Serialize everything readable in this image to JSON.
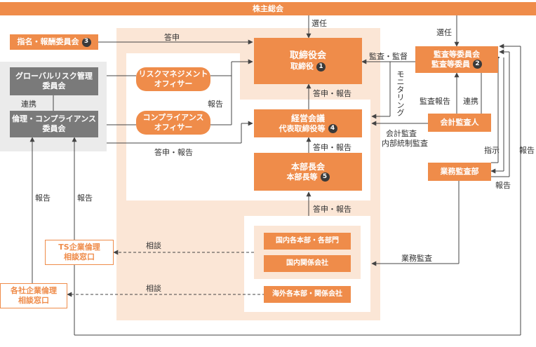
{
  "top": {
    "shareholders": "株主総会"
  },
  "nomination": {
    "label": "指名・報酬委員会",
    "num": "3"
  },
  "board": {
    "title": "取締役会",
    "sub": "取締役",
    "num": "1"
  },
  "audit_committee": {
    "title": "監査等委員会",
    "sub": "監査等委員",
    "num": "2"
  },
  "management": {
    "title": "経営会議",
    "sub": "代表取締役等",
    "num": "4"
  },
  "division": {
    "title": "本部長会",
    "sub": "本部長等",
    "num": "5"
  },
  "global_risk": {
    "line1": "グローバルリスク管理",
    "line2": "委員会"
  },
  "ethics": {
    "line1": "倫理・コンプライアンス",
    "line2": "委員会"
  },
  "risk_officer": {
    "line1": "リスクマネジメント",
    "line2": "オフィサー"
  },
  "compliance_officer": {
    "line1": "コンプライアンス",
    "line2": "オフィサー"
  },
  "accounting_auditor": {
    "label": "会計監査人"
  },
  "internal_audit": {
    "label": "業務監査部"
  },
  "domestic_divisions": {
    "label": "国内各本部・各部門"
  },
  "domestic_affiliates": {
    "label": "国内関係会社"
  },
  "overseas": {
    "label": "海外各本部・関係会社"
  },
  "ts_window": {
    "line1": "TS企業倫理",
    "line2": "相談窓口"
  },
  "group_window": {
    "line1": "各社企業倫理",
    "line2": "相談窓口"
  },
  "labels": {
    "elect1": "選任",
    "elect2": "選任",
    "report_answer_top": "答申",
    "audit_supervise": "監査・監督",
    "monitoring": "モニタリング",
    "answer_report1": "答申・報告",
    "answer_report2": "答申・報告",
    "answer_report3": "答申・報告",
    "answer_report_left": "答申・報告",
    "report_officer": "報告",
    "liaison_left": "連携",
    "audit_report": "監査報告",
    "liaison_right": "連携",
    "accounting_audit": "会計監査",
    "internal_control_audit": "内部統制監査",
    "instruction": "指示",
    "report_right1": "報告",
    "report_right2": "報告",
    "business_audit": "業務監査",
    "consult1": "相談",
    "consult2": "相談",
    "report_left1": "報告",
    "report_left2": "報告"
  },
  "colors": {
    "orange": "#ef8c4a",
    "light": "#fbe6d6",
    "gray": "#7a7a7a",
    "grayBg": "#ebebeb"
  }
}
